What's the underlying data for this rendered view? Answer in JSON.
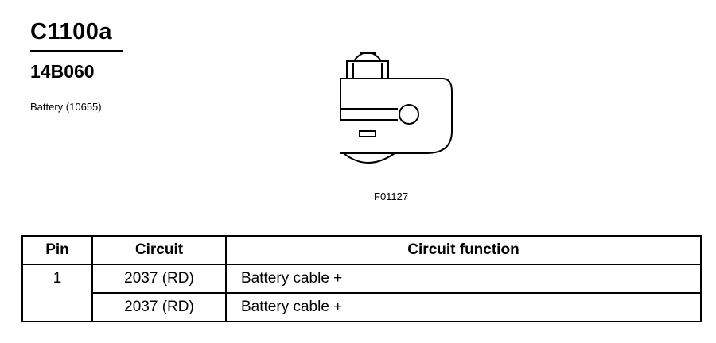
{
  "header": {
    "connector_id": "C1100a",
    "part_number": "14B060",
    "component": "Battery (10655)"
  },
  "figure": {
    "id": "F01127",
    "icon": "battery-terminal-connector-icon"
  },
  "table": {
    "headers": [
      "Pin",
      "Circuit",
      "Circuit function"
    ],
    "rows": [
      {
        "pin": "1",
        "circuit": "2037 (RD)",
        "function": "Battery cable +"
      },
      {
        "pin": "",
        "circuit": "2037 (RD)",
        "function": "Battery cable +"
      }
    ]
  }
}
